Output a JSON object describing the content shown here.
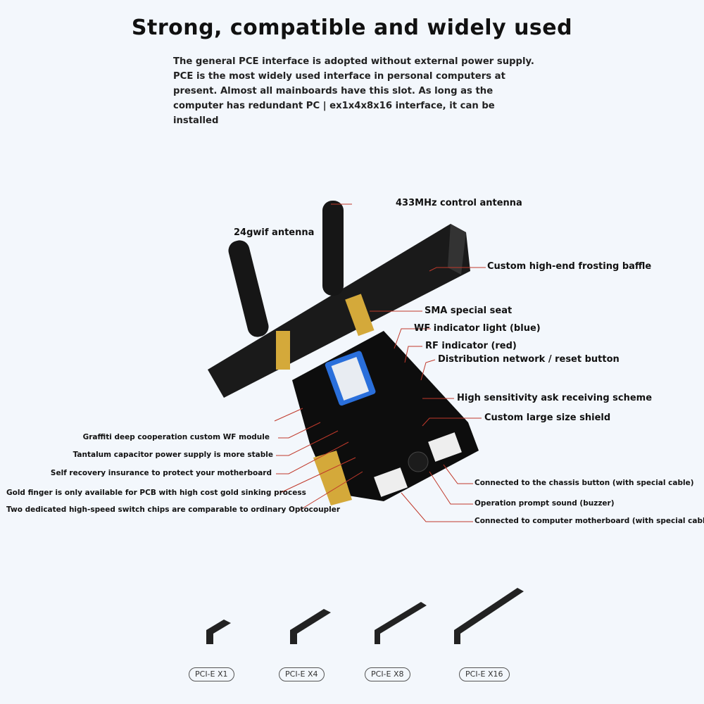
{
  "title": "Strong, compatible and widely used",
  "intro": "The general PCE interface is adopted without external power supply. PCE is the most widely used interface in personal computers at present. Almost all mainboards have this slot. As long as the computer has redundant PC | ex1x4x8x16 interface, it can be installed",
  "callouts_right": [
    "433MHz control antenna",
    "Custom high-end frosting baffle",
    "SMA special seat",
    "WF indicator light (blue)",
    "RF indicator (red)",
    "Distribution network / reset button",
    "High sensitivity ask receiving scheme",
    "Custom large size shield",
    "Connected to the chassis button (with special cable)",
    "Operation prompt sound (buzzer)",
    "Connected to computer motherboard (with special cable"
  ],
  "callout_top_left": "24gwif antenna",
  "callouts_left": [
    "Graffiti deep cooperation custom WF module",
    "Tantalum capacitor power supply is more stable",
    "Self recovery insurance to protect your motherboard",
    "Gold finger is only available for PCB with high cost gold sinking process",
    "Two dedicated high-speed switch chips are comparable to ordinary Optocoupler"
  ],
  "slots": [
    "PCI-E X1",
    "PCI-E X4",
    "PCI-E X8",
    "PCI-E X16"
  ],
  "colors": {
    "background": "#f3f7fc",
    "leader_line": "#c0392b",
    "pcb": "#111111",
    "module": "#2a6fdb",
    "gold": "#d4a93a"
  }
}
